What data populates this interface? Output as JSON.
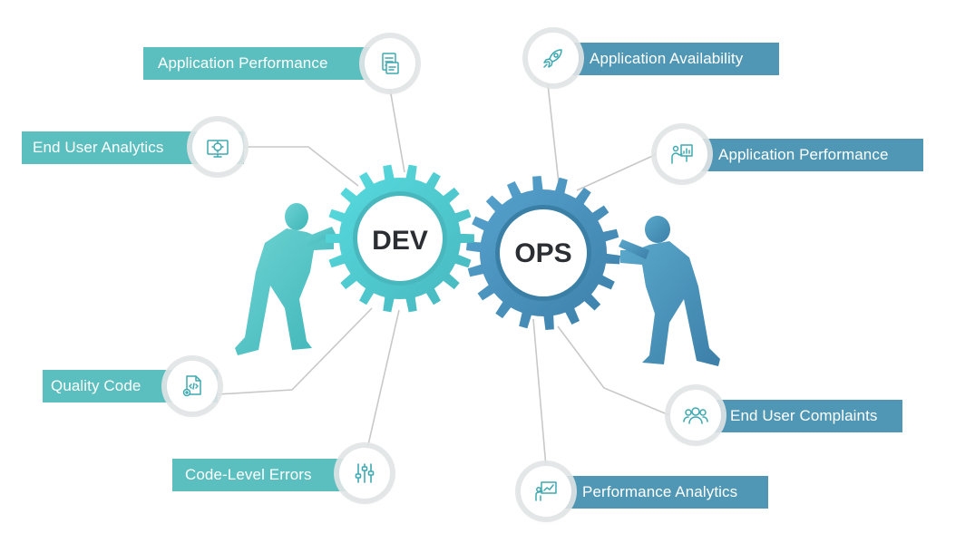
{
  "gears": {
    "dev": {
      "label": "DEV",
      "color": "#5fc8cc"
    },
    "ops": {
      "label": "OPS",
      "color": "#4a8fb6"
    }
  },
  "colors": {
    "dev_label_bg": "#5cbfbf",
    "ops_label_bg": "#4f97b4",
    "connector": "#c8c8c8",
    "icon_stroke": "#3ea9b0"
  },
  "dev_items": [
    {
      "label": "Application Performance",
      "icon": "document-stack-icon"
    },
    {
      "label": "End User Analytics",
      "icon": "analytics-monitor-icon"
    },
    {
      "label": "Quality Code",
      "icon": "code-file-gear-icon"
    },
    {
      "label": "Code-Level Errors",
      "icon": "sliders-icon"
    }
  ],
  "ops_items": [
    {
      "label": "Application Availability",
      "icon": "rocket-icon"
    },
    {
      "label": "Application Performance",
      "icon": "presenter-board-icon"
    },
    {
      "label": "End User Complaints",
      "icon": "users-group-icon"
    },
    {
      "label": "Performance Analytics",
      "icon": "presentation-chart-icon"
    }
  ]
}
